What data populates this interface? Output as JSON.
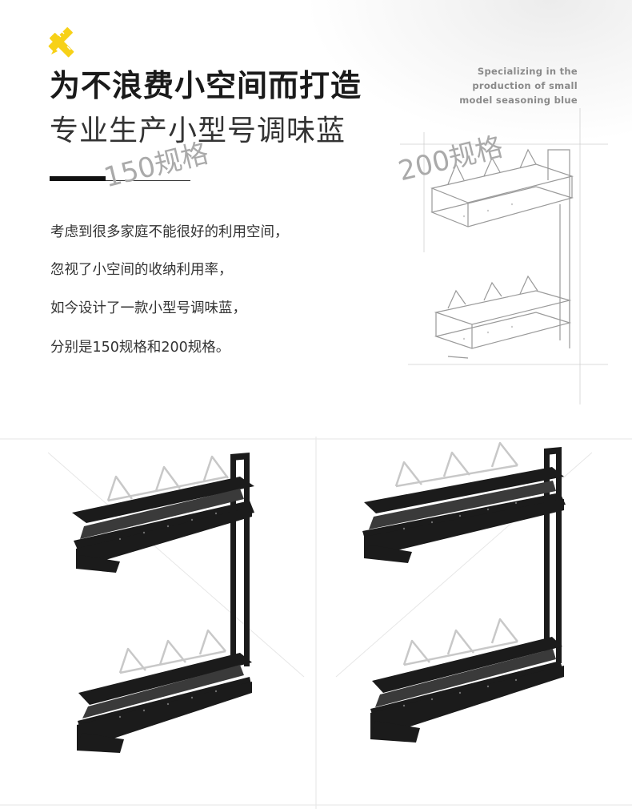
{
  "header": {
    "title_line1": "为不浪费小空间而打造",
    "title_line2": "专业生产小型号调味蓝",
    "english_lines": [
      "Specializing in the",
      "production of small",
      "model seasoning blue"
    ]
  },
  "description": {
    "lines": [
      "考虑到很多家庭不能很好的利用空间，",
      "忽视了小空间的收纳利用率，",
      "如今设计了一款小型号调味蓝，",
      "分别是150规格和200规格。"
    ]
  },
  "products": {
    "left_label": "150规格",
    "right_label": "200规格"
  },
  "icons": {
    "logo": "pencil-ruler-icon"
  },
  "colors": {
    "accent_yellow": "#f7d117",
    "rack_black": "#1b1b1b",
    "wire_silver": "#c8c8c8"
  }
}
